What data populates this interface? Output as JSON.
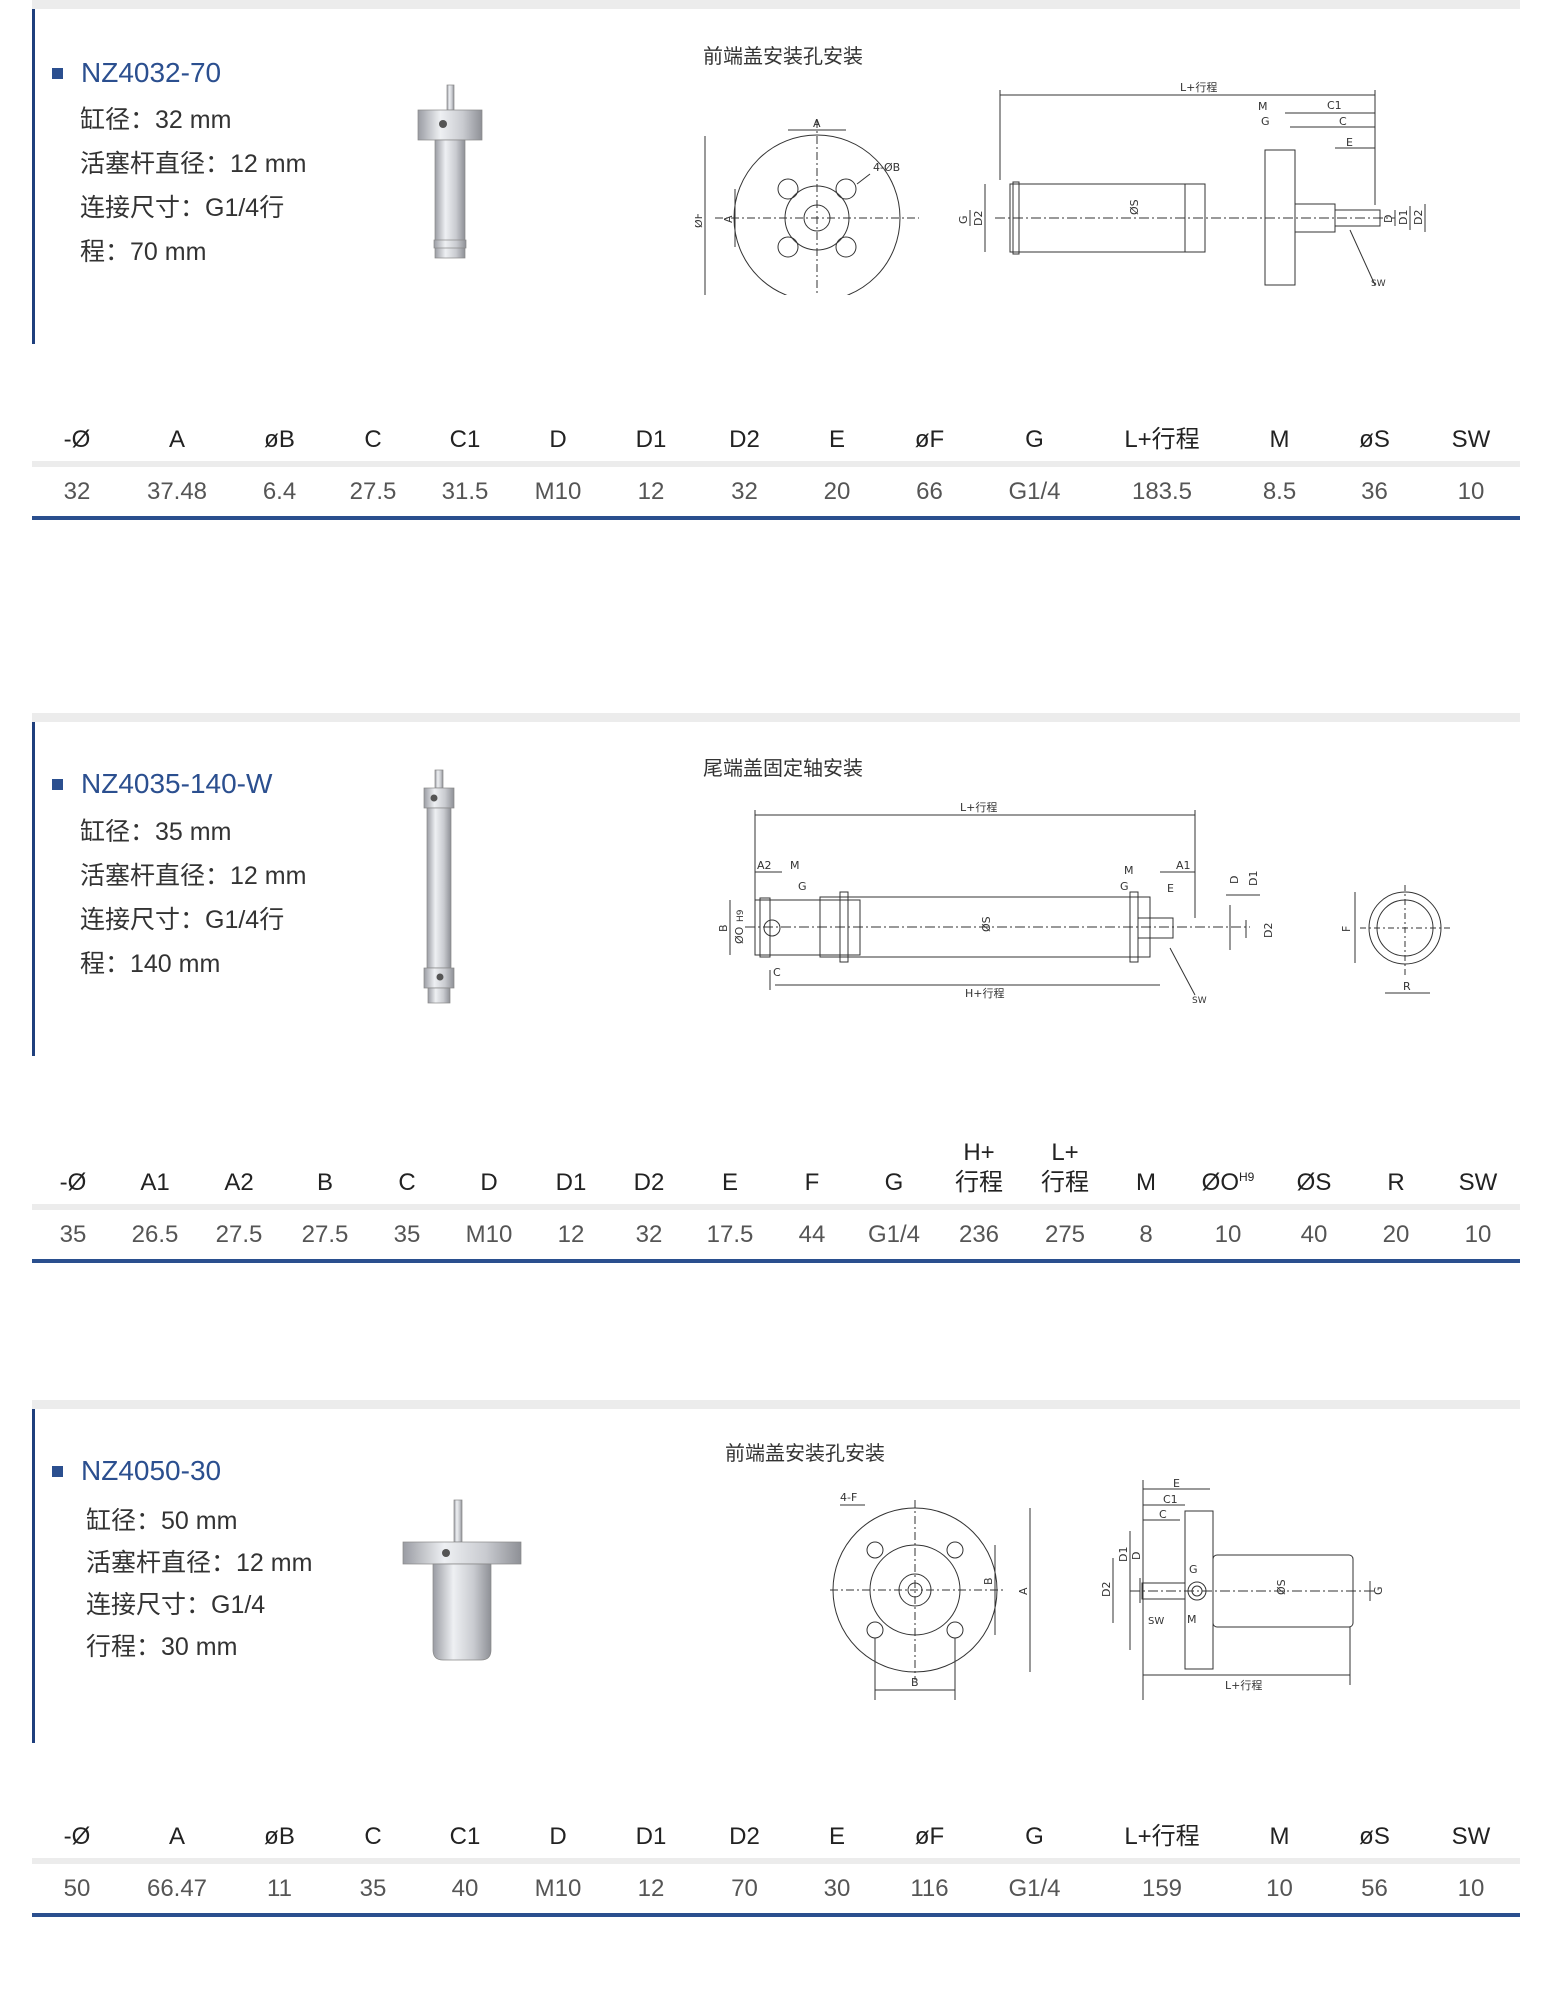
{
  "products": [
    {
      "model": "NZ4032-70",
      "specs": [
        "缸径：32 mm",
        "活塞杆直径：12 mm",
        "连接尺寸：G1/4行",
        "程：70 mm"
      ],
      "mount": "前端盖安装孔安装",
      "headers": [
        "-Ø",
        "A",
        "øB",
        "C",
        "C1",
        "D",
        "D1",
        "D2",
        "E",
        "øF",
        "G",
        "L+行程",
        "M",
        "øS",
        "SW"
      ],
      "values": [
        "32",
        "37.48",
        "6.4",
        "27.5",
        "31.5",
        "M10",
        "12",
        "32",
        "20",
        "66",
        "G1/4",
        "183.5",
        "8.5",
        "36",
        "10"
      ]
    },
    {
      "model": "NZ4035-140-W",
      "specs": [
        "缸径：35 mm",
        "活塞杆直径：12 mm",
        "连接尺寸：G1/4行",
        "程：140 mm"
      ],
      "mount": "尾端盖固定轴安装",
      "headers": [
        "-Ø",
        "A1",
        "A2",
        "B",
        "C",
        "D",
        "D1",
        "D2",
        "E",
        "F",
        "G",
        "H+",
        "L+",
        "M",
        "ØO",
        "ØS",
        "R",
        "SW"
      ],
      "headers_line2": [
        "",
        "",
        "",
        "",
        "",
        "",
        "",
        "",
        "",
        "",
        "",
        "行程",
        "行程",
        "",
        "",
        "",
        "",
        ""
      ],
      "header_sup": "H9",
      "values": [
        "35",
        "26.5",
        "27.5",
        "27.5",
        "35",
        "M10",
        "12",
        "32",
        "17.5",
        "44",
        "G1/4",
        "236",
        "275",
        "8",
        "10",
        "40",
        "20",
        "10"
      ]
    },
    {
      "model": "NZ4050-30",
      "specs": [
        "缸径：50 mm",
        "活塞杆直径：12 mm",
        "连接尺寸：G1/4",
        "行程：30 mm"
      ],
      "mount": "前端盖安装孔安装",
      "headers": [
        "-Ø",
        "A",
        "øB",
        "C",
        "C1",
        "D",
        "D1",
        "D2",
        "E",
        "øF",
        "G",
        "L+行程",
        "M",
        "øS",
        "SW"
      ],
      "values": [
        "50",
        "66.47",
        "11",
        "35",
        "40",
        "M10",
        "12",
        "70",
        "30",
        "116",
        "G1/4",
        "159",
        "10",
        "56",
        "10"
      ]
    }
  ],
  "drawing_labels": {
    "d1": {
      "A": "A",
      "B": "4-ØB",
      "F": "ØF",
      "A2": "A",
      "L": "L+行程",
      "M": "M",
      "C1": "C1",
      "G": "G",
      "C": "C",
      "E": "E",
      "S": "ØS",
      "D2": "D2",
      "G2": "G",
      "D": "D",
      "D1": "D1",
      "D2b": "D2",
      "SW": "SW"
    },
    "d2": {
      "L": "L+行程",
      "A2": "A2",
      "M": "M",
      "G": "G",
      "M2": "M",
      "A1": "A1",
      "G2": "G",
      "E": "E",
      "D": "D",
      "D1": "D1",
      "B": "B",
      "H9": "H9",
      "O": "ØO",
      "S": "ØS",
      "D2": "D2",
      "C": "C",
      "H": "H+行程",
      "SW": "SW",
      "F": "F",
      "R": "R"
    },
    "d3": {
      "F": "4-F",
      "B": "B",
      "A": "A",
      "Bb": "B",
      "E": "E",
      "C1": "C1",
      "C": "C",
      "D1": "D1",
      "D": "D",
      "D2": "D2",
      "G": "G",
      "S": "ØS",
      "G2": "G",
      "SW": "SW",
      "M": "M",
      "L": "L+行程"
    }
  },
  "colors": {
    "accent": "#2b4f8f",
    "rule": "#2a4f8e",
    "band": "#ececec"
  }
}
